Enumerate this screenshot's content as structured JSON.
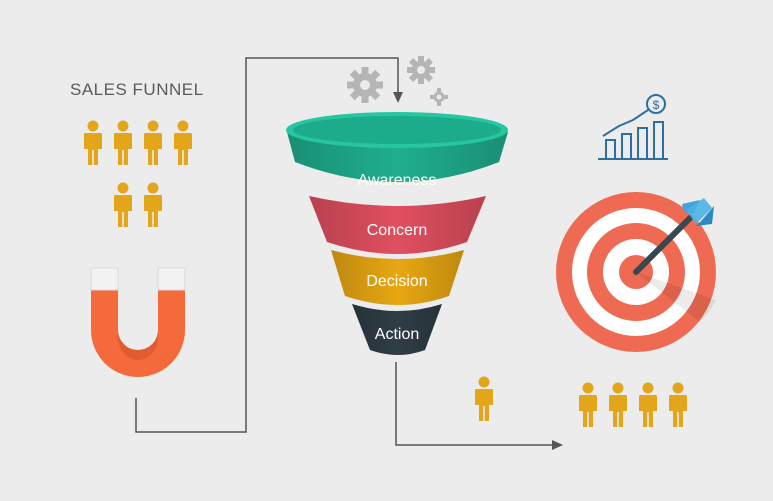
{
  "title": "SALES FUNNEL",
  "stages": [
    {
      "label": "Awareness",
      "color": "#1fae8e"
    },
    {
      "label": "Concern",
      "color": "#e04f5f"
    },
    {
      "label": "Decision",
      "color": "#e8a712"
    },
    {
      "label": "Action",
      "color": "#2f3d45"
    }
  ],
  "colors": {
    "person": "#e3a51a",
    "magnet": "#f46a3a",
    "target_red": "#ef6a52",
    "chart_blue": "#2d6f9e",
    "gear": "#b5b5b5",
    "line": "#555555"
  },
  "icons": [
    "people-group-icon",
    "magnet-icon",
    "gear-icon",
    "growth-chart-icon",
    "target-icon",
    "person-icon"
  ]
}
